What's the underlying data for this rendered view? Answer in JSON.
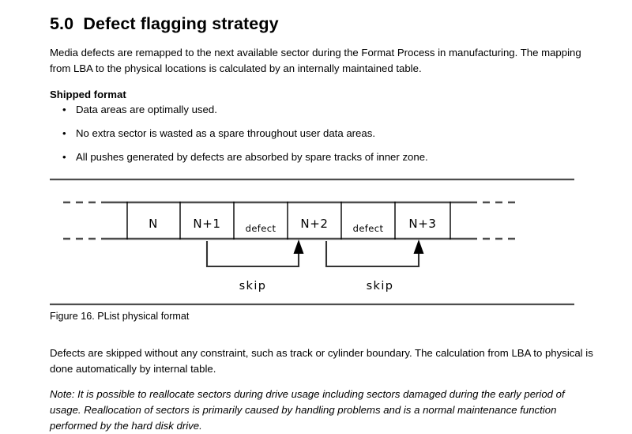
{
  "document": {
    "section_number": "5.0",
    "heading": "5.0  Defect flagging strategy",
    "intro_paragraph": "Media defects are remapped to the next available sector during the Format Process in manufacturing. The mapping from LBA to the physical locations is calculated by an internally maintained table.",
    "subheading": "Shipped format",
    "bullets": [
      {
        "marker": "•",
        "text": "Data areas are optimally used."
      },
      {
        "marker": "•",
        "text": "No extra sector is wasted as a spare throughout user data areas."
      },
      {
        "marker": "•",
        "text": "All pushes generated by defects are absorbed by spare tracks of inner zone."
      }
    ],
    "figure": {
      "caption": "Figure 16. PList physical format",
      "cells": [
        {
          "label": "N",
          "size": "large"
        },
        {
          "label": "N+1",
          "size": "large"
        },
        {
          "label": "defect",
          "size": "small"
        },
        {
          "label": "N+2",
          "size": "large"
        },
        {
          "label": "defect",
          "size": "small"
        },
        {
          "label": "N+3",
          "size": "large"
        }
      ],
      "annotations": [
        {
          "label": "skip"
        },
        {
          "label": "skip"
        }
      ]
    },
    "post_figure_paragraph": "Defects are skipped without any constraint, such as track or cylinder boundary.  The calculation from LBA to physical is done automatically by internal table.",
    "note": "Note: It is possible to reallocate sectors during drive usage including sectors damaged during the early period of usage. Reallocation of sectors is primarily caused by handling problems and is a normal maintenance function performed by the hard disk drive."
  },
  "colors": {
    "text": "#000000",
    "rule": "#4d4d4d",
    "page_background": "#ffffff"
  }
}
